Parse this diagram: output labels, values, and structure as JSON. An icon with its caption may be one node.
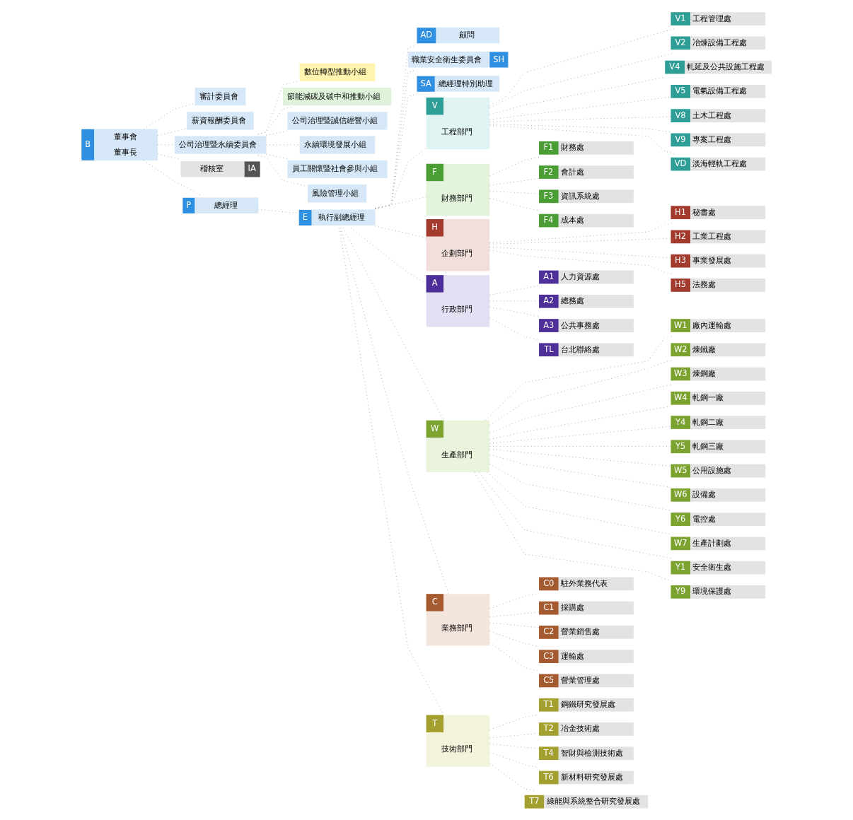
{
  "diagram": {
    "nodes": [
      {
        "text": [
          "B",
          "董事會",
          "董事長"
        ]
      },
      {
        "text": [
          "審計委員會"
        ]
      },
      {
        "text": [
          "薪資報酬委員會"
        ]
      },
      {
        "text": [
          "公司治理暨永續委員會"
        ]
      },
      {
        "text": [
          "數位轉型推動小組"
        ]
      },
      {
        "text": [
          "節能減碳及碳中和推動小組"
        ]
      },
      {
        "text": [
          "公司治理暨誠信經營小組"
        ]
      },
      {
        "text": [
          "永續環境發展小組"
        ]
      },
      {
        "text": [
          "員工關懷暨社會參與小組"
        ]
      },
      {
        "text": [
          "風險管理小組"
        ]
      },
      {
        "text": [
          "稽核室",
          "IA"
        ]
      },
      {
        "text": [
          "P",
          "總經理"
        ]
      },
      {
        "text": [
          "E",
          "執行副總經理"
        ]
      },
      {
        "text": [
          "AD",
          "顧問"
        ]
      },
      {
        "text": [
          "職業安全衛生委員會",
          "SH"
        ]
      },
      {
        "text": [
          "SA",
          "總經理特別助理"
        ]
      },
      {
        "text": [
          "V",
          "工程部門"
        ]
      },
      {
        "text": [
          "F",
          "財務部門"
        ]
      },
      {
        "text": [
          "H",
          "企劃部門"
        ]
      },
      {
        "text": [
          "A",
          "行政部門"
        ]
      },
      {
        "text": [
          "W",
          "生產部門"
        ]
      },
      {
        "text": [
          "C",
          "業務部門"
        ]
      },
      {
        "text": [
          "T",
          "技術部門"
        ]
      },
      {
        "text": [
          "F1",
          "財務處"
        ]
      },
      {
        "text": [
          "F2",
          "會計處"
        ]
      },
      {
        "text": [
          "F3",
          "資訊系統處"
        ]
      },
      {
        "text": [
          "F4",
          "成本處"
        ]
      },
      {
        "text": [
          "A1",
          "人力資源處"
        ]
      },
      {
        "text": [
          "A2",
          "總務處"
        ]
      },
      {
        "text": [
          "A3",
          "公共事務處"
        ]
      },
      {
        "text": [
          "TL",
          "台北聯絡處"
        ]
      },
      {
        "text": [
          "C0",
          "駐外業務代表"
        ]
      },
      {
        "text": [
          "C1",
          "採購處"
        ]
      },
      {
        "text": [
          "C2",
          "營業銷售處"
        ]
      },
      {
        "text": [
          "C3",
          "運輸處"
        ]
      },
      {
        "text": [
          "C5",
          "營業管理處"
        ]
      },
      {
        "text": [
          "T1",
          "鋼鐵研究發展處"
        ]
      },
      {
        "text": [
          "T2",
          "冶金技術處"
        ]
      },
      {
        "text": [
          "T4",
          "智財與檢測技術處"
        ]
      },
      {
        "text": [
          "T6",
          "新材料研究發展處"
        ]
      },
      {
        "text": [
          "T7",
          "綠能與系統整合研究發展處"
        ]
      },
      {
        "text": [
          "V1",
          "工程管理處"
        ]
      },
      {
        "text": [
          "V2",
          "冶煉設備工程處"
        ]
      },
      {
        "text": [
          "V4",
          "軋延及公共設施工程處"
        ]
      },
      {
        "text": [
          "V5",
          "電氣設備工程處"
        ]
      },
      {
        "text": [
          "V8",
          "土木工程處"
        ]
      },
      {
        "text": [
          "V9",
          "專案工程處"
        ]
      },
      {
        "text": [
          "VD",
          "淡海輕軌工程處"
        ]
      },
      {
        "text": [
          "H1",
          "秘書處"
        ]
      },
      {
        "text": [
          "H2",
          "工業工程處"
        ]
      },
      {
        "text": [
          "H3",
          "事業發展處"
        ]
      },
      {
        "text": [
          "H5",
          "法務處"
        ]
      },
      {
        "text": [
          "W1",
          "廠內運輸處"
        ]
      },
      {
        "text": [
          "W2",
          "煉鐵廠"
        ]
      },
      {
        "text": [
          "W3",
          "煉鋼廠"
        ]
      },
      {
        "text": [
          "W4",
          "軋鋼一廠"
        ]
      },
      {
        "text": [
          "Y4",
          "軋鋼二廠"
        ]
      },
      {
        "text": [
          "Y5",
          "軋鋼三廠"
        ]
      },
      {
        "text": [
          "W5",
          "公用設施處"
        ]
      },
      {
        "text": [
          "W6",
          "設備處"
        ]
      },
      {
        "text": [
          "Y6",
          "電控處"
        ]
      },
      {
        "text": [
          "W7",
          "生產計劃處"
        ]
      },
      {
        "text": [
          "Y1",
          "安全衛生處"
        ]
      },
      {
        "text": [
          "Y9",
          "環境保護處"
        ]
      }
    ],
    "edges": [
      {
        "from": 0,
        "to": 1,
        "arrow": "none"
      },
      {
        "from": 0,
        "to": 2,
        "arrow": "none"
      },
      {
        "from": 0,
        "to": 3,
        "arrow": "none"
      },
      {
        "from": 3,
        "to": 4,
        "arrow": "none"
      },
      {
        "from": 3,
        "to": 5,
        "arrow": "none"
      },
      {
        "from": 3,
        "to": 6,
        "arrow": "none"
      },
      {
        "from": 3,
        "to": 7,
        "arrow": "none"
      },
      {
        "from": 3,
        "to": 8,
        "arrow": "none"
      },
      {
        "from": 3,
        "to": 9,
        "arrow": "none"
      },
      {
        "from": 0,
        "to": 10,
        "arrow": "none"
      },
      {
        "from": 0,
        "to": 11,
        "arrow": "none"
      },
      {
        "from": 11,
        "to": 12,
        "arrow": "none"
      },
      {
        "from": 12,
        "to": 13,
        "arrow": "none"
      },
      {
        "from": 12,
        "to": 14,
        "arrow": "none"
      },
      {
        "from": 12,
        "to": 15,
        "arrow": "none"
      },
      {
        "from": 12,
        "to": 16,
        "arrow": "none"
      },
      {
        "from": 12,
        "to": 17,
        "arrow": "none"
      },
      {
        "from": 12,
        "to": 18,
        "arrow": "none"
      },
      {
        "from": 12,
        "to": 19,
        "arrow": "none"
      },
      {
        "from": 12,
        "to": 20,
        "arrow": "none"
      },
      {
        "from": 12,
        "to": 21,
        "arrow": "none"
      },
      {
        "from": 12,
        "to": 22,
        "arrow": "none"
      },
      {
        "from": 17,
        "to": 23,
        "arrow": "none"
      },
      {
        "from": 17,
        "to": 24,
        "arrow": "none"
      },
      {
        "from": 17,
        "to": 25,
        "arrow": "none"
      },
      {
        "from": 17,
        "to": 26,
        "arrow": "none"
      },
      {
        "from": 19,
        "to": 27,
        "arrow": "none"
      },
      {
        "from": 19,
        "to": 28,
        "arrow": "none"
      },
      {
        "from": 19,
        "to": 29,
        "arrow": "none"
      },
      {
        "from": 19,
        "to": 30,
        "arrow": "none"
      },
      {
        "from": 21,
        "to": 31,
        "arrow": "none"
      },
      {
        "from": 21,
        "to": 32,
        "arrow": "none"
      },
      {
        "from": 21,
        "to": 33,
        "arrow": "none"
      },
      {
        "from": 21,
        "to": 34,
        "arrow": "none"
      },
      {
        "from": 21,
        "to": 35,
        "arrow": "none"
      },
      {
        "from": 22,
        "to": 36,
        "arrow": "none"
      },
      {
        "from": 22,
        "to": 37,
        "arrow": "none"
      },
      {
        "from": 22,
        "to": 38,
        "arrow": "none"
      },
      {
        "from": 22,
        "to": 39,
        "arrow": "none"
      },
      {
        "from": 22,
        "to": 40,
        "arrow": "none"
      },
      {
        "from": 16,
        "to": 41,
        "arrow": "none"
      },
      {
        "from": 16,
        "to": 42,
        "arrow": "none"
      },
      {
        "from": 16,
        "to": 43,
        "arrow": "none"
      },
      {
        "from": 16,
        "to": 44,
        "arrow": "none"
      },
      {
        "from": 16,
        "to": 45,
        "arrow": "none"
      },
      {
        "from": 16,
        "to": 46,
        "arrow": "none"
      },
      {
        "from": 16,
        "to": 47,
        "arrow": "none"
      },
      {
        "from": 18,
        "to": 48,
        "arrow": "none"
      },
      {
        "from": 18,
        "to": 49,
        "arrow": "none"
      },
      {
        "from": 18,
        "to": 50,
        "arrow": "none"
      },
      {
        "from": 18,
        "to": 51,
        "arrow": "none"
      },
      {
        "from": 20,
        "to": 52,
        "arrow": "none"
      },
      {
        "from": 20,
        "to": 53,
        "arrow": "none"
      },
      {
        "from": 20,
        "to": 54,
        "arrow": "none"
      },
      {
        "from": 20,
        "to": 55,
        "arrow": "none"
      },
      {
        "from": 20,
        "to": 56,
        "arrow": "none"
      },
      {
        "from": 20,
        "to": 57,
        "arrow": "none"
      },
      {
        "from": 20,
        "to": 58,
        "arrow": "none"
      },
      {
        "from": 20,
        "to": 59,
        "arrow": "none"
      },
      {
        "from": 20,
        "to": 60,
        "arrow": "none"
      },
      {
        "from": 20,
        "to": 61,
        "arrow": "none"
      },
      {
        "from": 20,
        "to": 62,
        "arrow": "none"
      },
      {
        "from": 20,
        "to": 63,
        "arrow": "none"
      }
    ]
  }
}
